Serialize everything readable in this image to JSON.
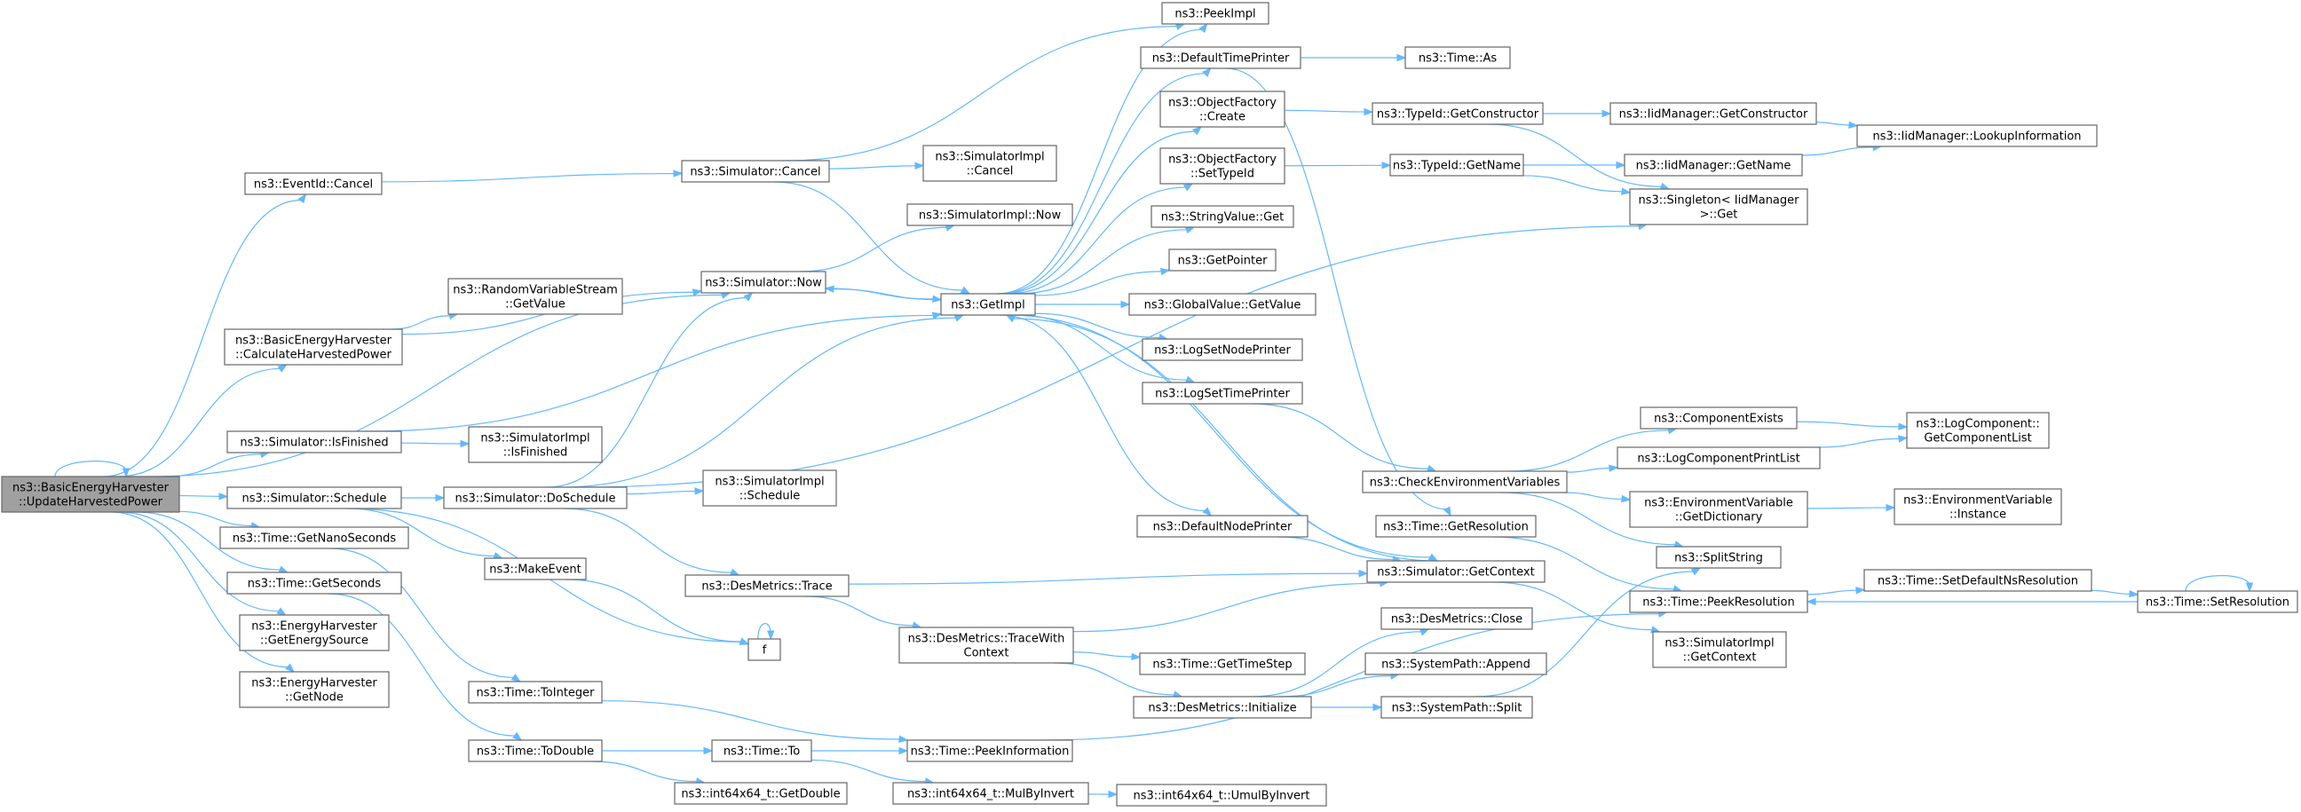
{
  "nodes": [
    {
      "id": "root",
      "lines": [
        "ns3::BasicEnergyHarvester",
        "::UpdateHarvestedPower"
      ],
      "root": true
    },
    {
      "id": "eventid_cancel",
      "lines": [
        "ns3::EventId::Cancel"
      ]
    },
    {
      "id": "calc_harvested",
      "lines": [
        "ns3::BasicEnergyHarvester",
        "::CalculateHarvestedPower"
      ]
    },
    {
      "id": "sim_isfinished",
      "lines": [
        "ns3::Simulator::IsFinished"
      ]
    },
    {
      "id": "sim_schedule",
      "lines": [
        "ns3::Simulator::Schedule"
      ]
    },
    {
      "id": "time_getnanoseconds",
      "lines": [
        "ns3::Time::GetNanoSeconds"
      ]
    },
    {
      "id": "time_getseconds",
      "lines": [
        "ns3::Time::GetSeconds"
      ]
    },
    {
      "id": "eh_getenergysource",
      "lines": [
        "ns3::EnergyHarvester",
        "::GetEnergySource"
      ]
    },
    {
      "id": "eh_getnode",
      "lines": [
        "ns3::EnergyHarvester",
        "::GetNode"
      ]
    },
    {
      "id": "rvs_getvalue",
      "lines": [
        "ns3::RandomVariableStream",
        "::GetValue"
      ]
    },
    {
      "id": "simimpl_isfinished",
      "lines": [
        "ns3::SimulatorImpl",
        "::IsFinished"
      ]
    },
    {
      "id": "sim_cancel",
      "lines": [
        "ns3::Simulator::Cancel"
      ]
    },
    {
      "id": "sim_now",
      "lines": [
        "ns3::Simulator::Now"
      ]
    },
    {
      "id": "sim_doschedule",
      "lines": [
        "ns3::Simulator::DoSchedule"
      ]
    },
    {
      "id": "makeevent",
      "lines": [
        "ns3::MakeEvent"
      ]
    },
    {
      "id": "time_tointeger",
      "lines": [
        "ns3::Time::ToInteger"
      ]
    },
    {
      "id": "time_todouble",
      "lines": [
        "ns3::Time::ToDouble"
      ]
    },
    {
      "id": "simimpl_cancel",
      "lines": [
        "ns3::SimulatorImpl",
        "::Cancel"
      ]
    },
    {
      "id": "simimpl_now",
      "lines": [
        "ns3::SimulatorImpl::Now"
      ]
    },
    {
      "id": "simimpl_schedule",
      "lines": [
        "ns3::SimulatorImpl",
        "::Schedule"
      ]
    },
    {
      "id": "desmetrics_trace",
      "lines": [
        "ns3::DesMetrics::Trace"
      ]
    },
    {
      "id": "f",
      "lines": [
        "f"
      ]
    },
    {
      "id": "desmetrics_tracewithcontext",
      "lines": [
        "ns3::DesMetrics::TraceWith",
        "Context"
      ]
    },
    {
      "id": "time_to",
      "lines": [
        "ns3::Time::To"
      ]
    },
    {
      "id": "int64_getdouble",
      "lines": [
        "ns3::int64x64_t::GetDouble"
      ]
    },
    {
      "id": "time_peekinformation",
      "lines": [
        "ns3::Time::PeekInformation"
      ]
    },
    {
      "id": "int64_mulbyinvert",
      "lines": [
        "ns3::int64x64_t::MulByInvert"
      ]
    },
    {
      "id": "getimpl",
      "lines": [
        "ns3::GetImpl"
      ]
    },
    {
      "id": "peekimpl",
      "lines": [
        "ns3::PeekImpl"
      ]
    },
    {
      "id": "defaulttimeprinter",
      "lines": [
        "ns3::DefaultTimePrinter"
      ]
    },
    {
      "id": "objfactory_create",
      "lines": [
        "ns3::ObjectFactory",
        "::Create"
      ]
    },
    {
      "id": "objfactory_settypeid",
      "lines": [
        "ns3::ObjectFactory",
        "::SetTypeId"
      ]
    },
    {
      "id": "stringvalue_get",
      "lines": [
        "ns3::StringValue::Get"
      ]
    },
    {
      "id": "getpointer",
      "lines": [
        "ns3::GetPointer"
      ]
    },
    {
      "id": "globalvalue_getvalue",
      "lines": [
        "ns3::GlobalValue::GetValue"
      ]
    },
    {
      "id": "logsetnodeprinter",
      "lines": [
        "ns3::LogSetNodePrinter"
      ]
    },
    {
      "id": "logsettimeprinter",
      "lines": [
        "ns3::LogSetTimePrinter"
      ]
    },
    {
      "id": "defaultnodeprinter",
      "lines": [
        "ns3::DefaultNodePrinter"
      ]
    },
    {
      "id": "time_gettimestep",
      "lines": [
        "ns3::Time::GetTimeStep"
      ]
    },
    {
      "id": "desmetrics_initialize",
      "lines": [
        "ns3::DesMetrics::Initialize"
      ]
    },
    {
      "id": "int64_umulbyinvert",
      "lines": [
        "ns3::int64x64_t::UmulByInvert"
      ]
    },
    {
      "id": "time_as",
      "lines": [
        "ns3::Time::As"
      ]
    },
    {
      "id": "typeid_getconstructor",
      "lines": [
        "ns3::TypeId::GetConstructor"
      ]
    },
    {
      "id": "typeid_getname",
      "lines": [
        "ns3::TypeId::GetName"
      ]
    },
    {
      "id": "checkenvvars",
      "lines": [
        "ns3::CheckEnvironmentVariables"
      ]
    },
    {
      "id": "time_getresolution",
      "lines": [
        "ns3::Time::GetResolution"
      ]
    },
    {
      "id": "sim_getcontext",
      "lines": [
        "ns3::Simulator::GetContext"
      ]
    },
    {
      "id": "desmetrics_close",
      "lines": [
        "ns3::DesMetrics::Close"
      ]
    },
    {
      "id": "systempath_append",
      "lines": [
        "ns3::SystemPath::Append"
      ]
    },
    {
      "id": "systempath_split",
      "lines": [
        "ns3::SystemPath::Split"
      ]
    },
    {
      "id": "iidmanager_getconstructor",
      "lines": [
        "ns3::IidManager::GetConstructor"
      ]
    },
    {
      "id": "iidmanager_getname",
      "lines": [
        "ns3::IidManager::GetName"
      ]
    },
    {
      "id": "singleton_get",
      "lines": [
        "ns3::Singleton< IidManager",
        ">::Get"
      ]
    },
    {
      "id": "componentexists",
      "lines": [
        "ns3::ComponentExists"
      ]
    },
    {
      "id": "logcomponentprintlist",
      "lines": [
        "ns3::LogComponentPrintList"
      ]
    },
    {
      "id": "envvar_getdictionary",
      "lines": [
        "ns3::EnvironmentVariable",
        "::GetDictionary"
      ]
    },
    {
      "id": "splitstring",
      "lines": [
        "ns3::SplitString"
      ]
    },
    {
      "id": "time_peekresolution",
      "lines": [
        "ns3::Time::PeekResolution"
      ]
    },
    {
      "id": "simimpl_getcontext",
      "lines": [
        "ns3::SimulatorImpl",
        "::GetContext"
      ]
    },
    {
      "id": "iidmanager_lookupinformation",
      "lines": [
        "ns3::IidManager::LookupInformation"
      ]
    },
    {
      "id": "logcomponent_getcomponentlist",
      "lines": [
        "ns3::LogComponent::",
        "GetComponentList"
      ]
    },
    {
      "id": "envvar_instance",
      "lines": [
        "ns3::EnvironmentVariable",
        "::Instance"
      ]
    },
    {
      "id": "time_setdefaultnsresolution",
      "lines": [
        "ns3::Time::SetDefaultNsResolution"
      ]
    },
    {
      "id": "time_setresolution",
      "lines": [
        "ns3::Time::SetResolution"
      ]
    }
  ],
  "edges": [
    [
      "root",
      "root"
    ],
    [
      "root",
      "eventid_cancel"
    ],
    [
      "root",
      "sim_now"
    ],
    [
      "root",
      "calc_harvested"
    ],
    [
      "root",
      "sim_isfinished"
    ],
    [
      "root",
      "sim_schedule"
    ],
    [
      "root",
      "time_getnanoseconds"
    ],
    [
      "root",
      "time_getseconds"
    ],
    [
      "root",
      "eh_getenergysource"
    ],
    [
      "root",
      "eh_getnode"
    ],
    [
      "eventid_cancel",
      "sim_cancel"
    ],
    [
      "calc_harvested",
      "rvs_getvalue"
    ],
    [
      "calc_harvested",
      "sim_now"
    ],
    [
      "sim_isfinished",
      "getimpl"
    ],
    [
      "sim_isfinished",
      "simimpl_isfinished"
    ],
    [
      "sim_schedule",
      "sim_doschedule"
    ],
    [
      "sim_schedule",
      "makeevent"
    ],
    [
      "sim_schedule",
      "f"
    ],
    [
      "time_getnanoseconds",
      "time_tointeger"
    ],
    [
      "time_getseconds",
      "time_todouble"
    ],
    [
      "sim_cancel",
      "peekimpl"
    ],
    [
      "sim_cancel",
      "simimpl_cancel"
    ],
    [
      "sim_cancel",
      "getimpl"
    ],
    [
      "sim_now",
      "simimpl_now"
    ],
    [
      "sim_now",
      "getimpl"
    ],
    [
      "sim_doschedule",
      "sim_now"
    ],
    [
      "sim_doschedule",
      "getimpl"
    ],
    [
      "sim_doschedule",
      "simimpl_schedule"
    ],
    [
      "sim_doschedule",
      "desmetrics_trace"
    ],
    [
      "sim_doschedule",
      "singleton_get"
    ],
    [
      "makeevent",
      "f"
    ],
    [
      "f",
      "f"
    ],
    [
      "time_tointeger",
      "time_peekinformation"
    ],
    [
      "time_todouble",
      "time_to"
    ],
    [
      "time_todouble",
      "int64_getdouble"
    ],
    [
      "desmetrics_trace",
      "sim_getcontext"
    ],
    [
      "desmetrics_trace",
      "desmetrics_tracewithcontext"
    ],
    [
      "desmetrics_tracewithcontext",
      "sim_getcontext"
    ],
    [
      "desmetrics_tracewithcontext",
      "time_gettimestep"
    ],
    [
      "desmetrics_tracewithcontext",
      "desmetrics_initialize"
    ],
    [
      "time_to",
      "time_peekinformation"
    ],
    [
      "time_to",
      "int64_mulbyinvert"
    ],
    [
      "int64_mulbyinvert",
      "int64_umulbyinvert"
    ],
    [
      "time_peekinformation",
      "time_peekresolution"
    ],
    [
      "getimpl",
      "peekimpl"
    ],
    [
      "getimpl",
      "defaulttimeprinter"
    ],
    [
      "getimpl",
      "objfactory_create"
    ],
    [
      "getimpl",
      "objfactory_settypeid"
    ],
    [
      "getimpl",
      "stringvalue_get"
    ],
    [
      "getimpl",
      "getpointer"
    ],
    [
      "getimpl",
      "globalvalue_getvalue"
    ],
    [
      "getimpl",
      "logsetnodeprinter"
    ],
    [
      "getimpl",
      "logsettimeprinter"
    ],
    [
      "getimpl",
      "defaultnodeprinter"
    ],
    [
      "getimpl",
      "sim_now"
    ],
    [
      "getimpl",
      "sim_getcontext"
    ],
    [
      "sim_getcontext",
      "getimpl"
    ],
    [
      "sim_getcontext",
      "simimpl_getcontext"
    ],
    [
      "defaulttimeprinter",
      "time_as"
    ],
    [
      "defaulttimeprinter",
      "time_getresolution"
    ],
    [
      "objfactory_create",
      "typeid_getconstructor"
    ],
    [
      "objfactory_settypeid",
      "typeid_getname"
    ],
    [
      "typeid_getconstructor",
      "iidmanager_getconstructor"
    ],
    [
      "typeid_getconstructor",
      "singleton_get"
    ],
    [
      "typeid_getname",
      "iidmanager_getname"
    ],
    [
      "typeid_getname",
      "singleton_get"
    ],
    [
      "iidmanager_getconstructor",
      "iidmanager_lookupinformation"
    ],
    [
      "iidmanager_getname",
      "iidmanager_lookupinformation"
    ],
    [
      "logsettimeprinter",
      "checkenvvars"
    ],
    [
      "defaultnodeprinter",
      "sim_getcontext"
    ],
    [
      "checkenvvars",
      "componentexists"
    ],
    [
      "checkenvvars",
      "logcomponentprintlist"
    ],
    [
      "checkenvvars",
      "envvar_getdictionary"
    ],
    [
      "checkenvvars",
      "splitstring"
    ],
    [
      "componentexists",
      "logcomponent_getcomponentlist"
    ],
    [
      "logcomponentprintlist",
      "logcomponent_getcomponentlist"
    ],
    [
      "envvar_getdictionary",
      "envvar_instance"
    ],
    [
      "time_getresolution",
      "time_peekresolution"
    ],
    [
      "desmetrics_initialize",
      "desmetrics_close"
    ],
    [
      "desmetrics_initialize",
      "systempath_append"
    ],
    [
      "desmetrics_initialize",
      "systempath_split"
    ],
    [
      "systempath_split",
      "splitstring"
    ],
    [
      "time_peekresolution",
      "time_setdefaultnsresolution"
    ],
    [
      "time_setdefaultnsresolution",
      "time_setresolution"
    ],
    [
      "time_setresolution",
      "time_peekresolution"
    ],
    [
      "time_setresolution",
      "time_setresolution"
    ]
  ]
}
